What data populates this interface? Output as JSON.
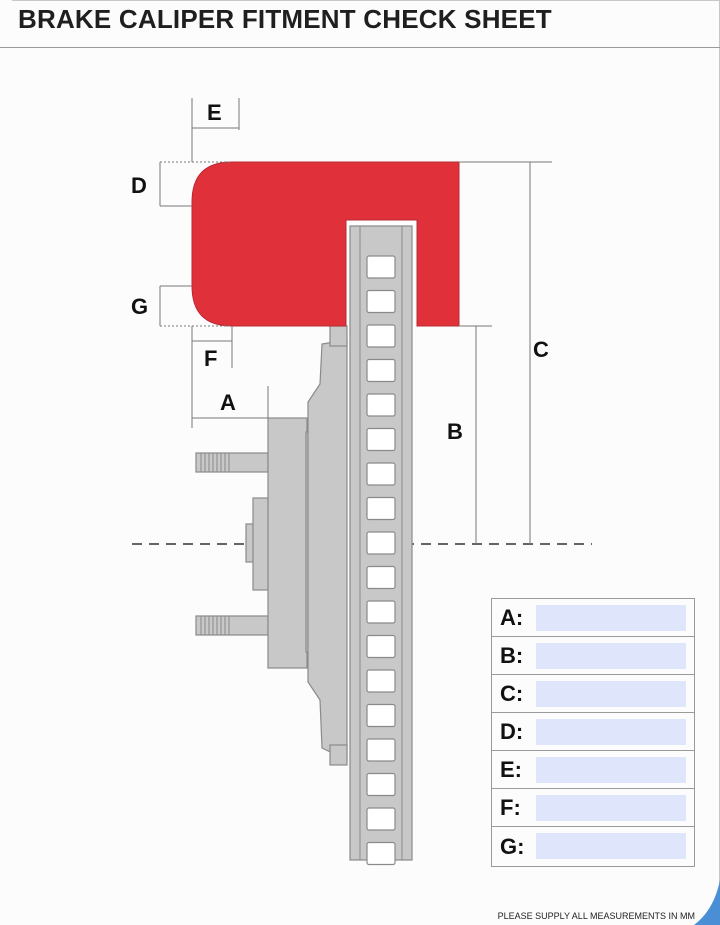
{
  "title": "BRAKE CALIPER FITMENT CHECK SHEET",
  "footer_note": "PLEASE SUPPLY ALL MEASUREMENTS IN MM",
  "colors": {
    "caliper": "#e0303a",
    "part_fill": "#c8c8c8",
    "part_stroke": "#8a8a8a",
    "input_fill": "#dfe5fb"
  },
  "dimension_labels": {
    "a": "A",
    "b": "B",
    "c": "C",
    "d": "D",
    "e": "E",
    "f": "F",
    "g": "G"
  },
  "measurements": [
    {
      "label": "A:",
      "value": ""
    },
    {
      "label": "B:",
      "value": ""
    },
    {
      "label": "C:",
      "value": ""
    },
    {
      "label": "D:",
      "value": ""
    },
    {
      "label": "E:",
      "value": ""
    },
    {
      "label": "F:",
      "value": ""
    },
    {
      "label": "G:",
      "value": ""
    }
  ]
}
